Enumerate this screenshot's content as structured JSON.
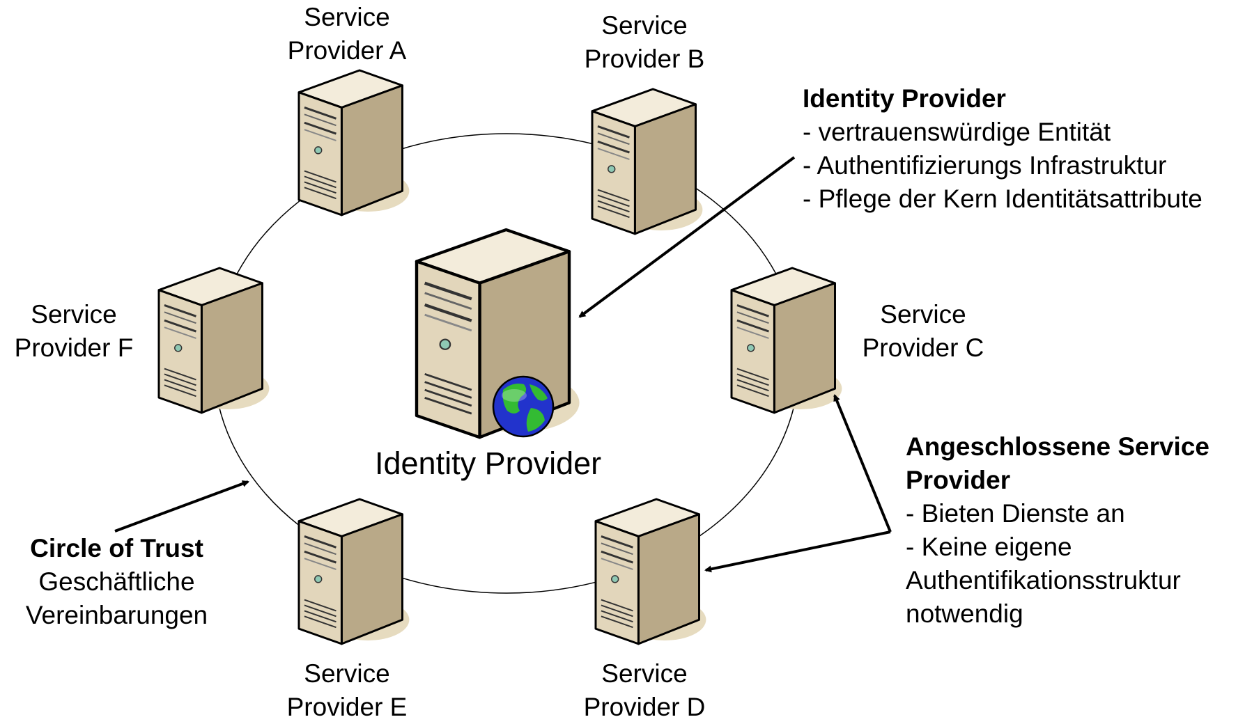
{
  "service_providers": [
    {
      "id": "a",
      "line1": "Service",
      "line2": "Provider A"
    },
    {
      "id": "b",
      "line1": "Service",
      "line2": "Provider B"
    },
    {
      "id": "c",
      "line1": "Service",
      "line2": "Provider C"
    },
    {
      "id": "d",
      "line1": "Service",
      "line2": "Provider D"
    },
    {
      "id": "e",
      "line1": "Service",
      "line2": "Provider E"
    },
    {
      "id": "f",
      "line1": "Service",
      "line2": "Provider F"
    }
  ],
  "center": {
    "label": "Identity Provider"
  },
  "idp_note": {
    "title": "Identity Provider",
    "lines": [
      "- vertrauenswürdige Entität",
      "- Authentifizierungs Infrastruktur",
      "- Pflege der Kern Identitätsattribute"
    ]
  },
  "sp_note": {
    "title_line1": "Angeschlossene Service",
    "title_line2": "Provider",
    "lines": [
      "- Bieten Dienste an",
      "- Keine eigene",
      "Authentifikationsstruktur",
      "notwendig"
    ]
  },
  "cot_note": {
    "title": "Circle of Trust",
    "lines": [
      "Geschäftliche",
      "Vereinbarungen"
    ]
  },
  "colors": {
    "server_front": "#e2d6bb",
    "server_side": "#b9a988",
    "server_top": "#f3ecdb",
    "shadow": "#e6dbbf",
    "globe_ocean": "#2233cc",
    "globe_land": "#33bb33"
  }
}
